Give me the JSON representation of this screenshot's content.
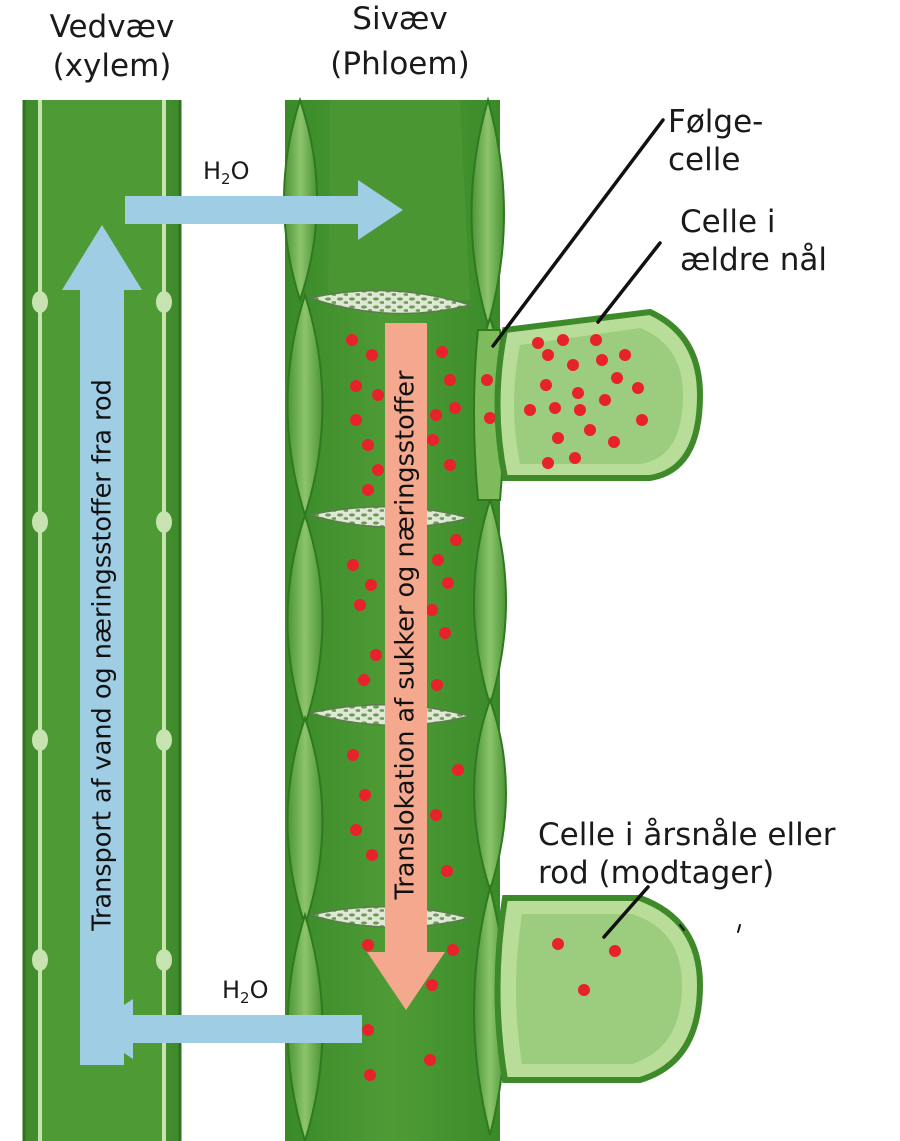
{
  "labels": {
    "xylem_line1": "Vedvæv",
    "xylem_line2": "(xylem)",
    "phloem_line1": "Sivæv",
    "phloem_line2": "(Phloem)",
    "companion_line1": "Følge-",
    "companion_line2": "celle",
    "source_line1": "Celle i",
    "source_line2": "ældre nål",
    "sink_line1": "Celle i årsnåle eller",
    "sink_line2": "rod (modtager)",
    "water_h": "H",
    "water_sub": "2",
    "water_o": "O",
    "xylem_transport": "Transport af vand og næringsstoffer fra rod",
    "phloem_translocation": "Translokation af sukker og næringsstoffer"
  },
  "colors": {
    "tissue_dark": "#3f8f2d",
    "tissue_mid": "#5ea542",
    "tissue_light": "#9ccd7e",
    "cell_pale": "#b7dd98",
    "water_arrow": "#9fcde4",
    "sugar_arrow": "#f4a98e",
    "sugar_dot": "#e8222a",
    "sieve_plate": "#dfe8d4"
  }
}
